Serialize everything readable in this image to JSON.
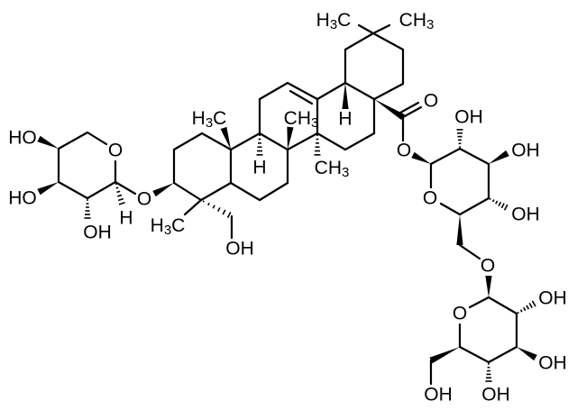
{
  "title": "Triterpenoid saponin structure",
  "colors": {
    "ink": "#000000",
    "background": "#ffffff"
  },
  "labels": {
    "xyl_ho4": "HO",
    "xyl_ho3": "HO",
    "xyl_oh2": "OH",
    "xyl_ring_o": "O",
    "xyl_h1": "H",
    "glyc_o": "O",
    "c4_methyl": "H3C",
    "c23_oh": "OH",
    "c10_methyl": "H3C",
    "c9_h": "H",
    "c8_methyl": "CH3",
    "c14_methyl": "CH3",
    "c18_h": "H",
    "c20_methyl_a": "H3C",
    "c20_methyl_b": "CH3",
    "carbonyl_o": "O",
    "ester_o": "O",
    "glc1_oh2": "OH",
    "glc1_oh3": "OH",
    "glc1_oh4": "OH",
    "glc1_ring_o": "O",
    "link_o": "O",
    "glc2_ring_o": "O",
    "glc2_oh2": "OH",
    "glc2_oh3": "OH",
    "glc2_oh4": "OH",
    "glc2_oh6": "OH"
  }
}
